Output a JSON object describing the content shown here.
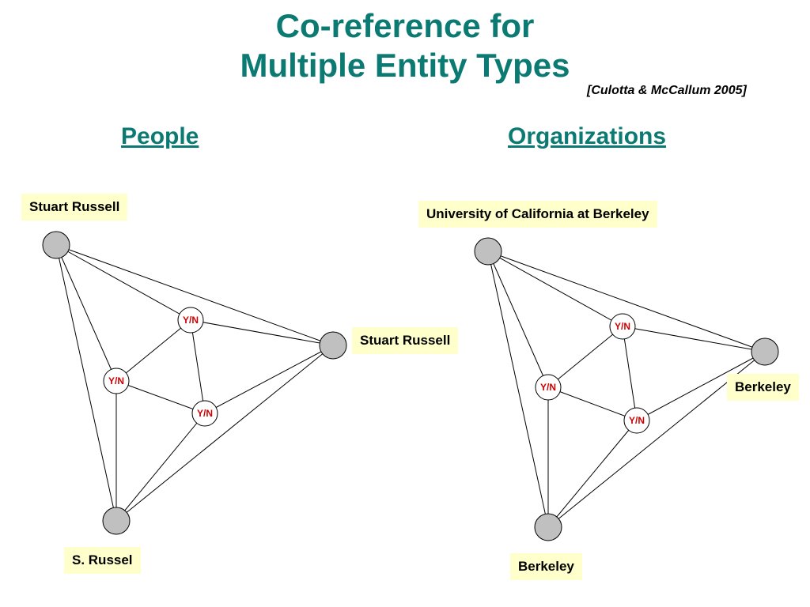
{
  "title": {
    "line1": "Co-reference for",
    "line2": "Multiple Entity Types"
  },
  "citation": "[Culotta & McCallum 2005]",
  "graphs": [
    {
      "heading": "People",
      "mentions": [
        "Stuart Russell",
        "Stuart Russell",
        "S. Russel"
      ],
      "factor_label": "Y/N"
    },
    {
      "heading": "Organizations",
      "mentions": [
        "University of California at Berkeley",
        "Berkeley",
        "Berkeley"
      ],
      "factor_label": "Y/N"
    }
  ],
  "colors": {
    "title": "#0b7a73",
    "label_background": "#ffffcc",
    "entity_node": "#c0c0c0",
    "factor_text": "#cc0000"
  }
}
